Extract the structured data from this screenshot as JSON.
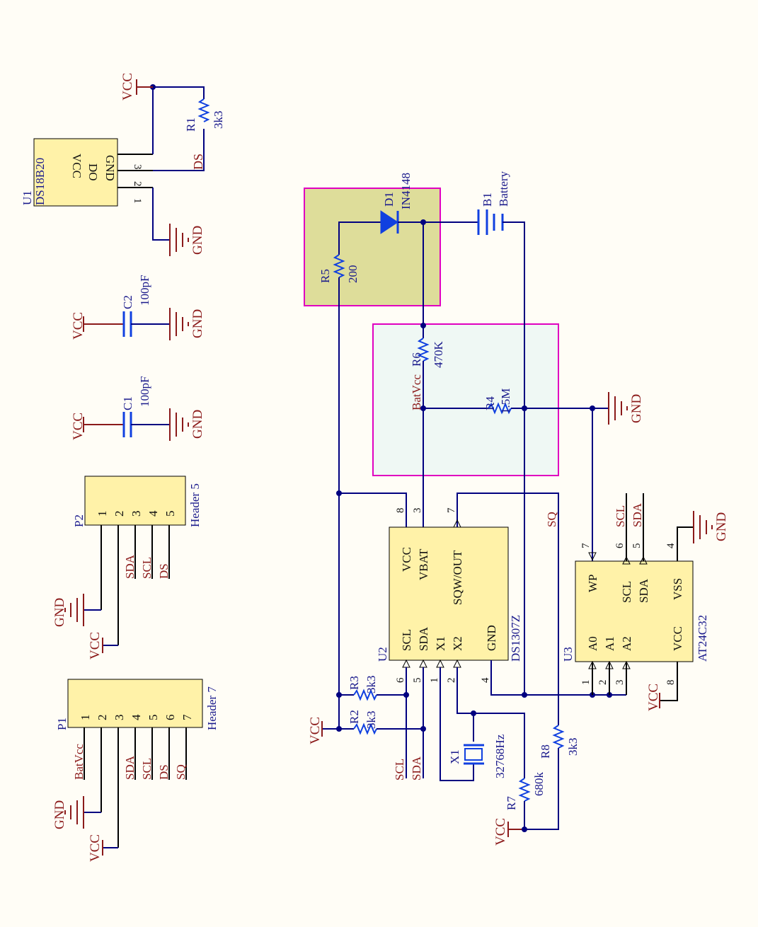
{
  "colors": {
    "background": "#fffdf6",
    "part_fill": "#fff2a8",
    "wire": "#000080",
    "power": "#8b1a1a",
    "component": "#1040e0",
    "label_blue": "#1a1a8c",
    "box1": "#dedd9a",
    "box2": "#eff8f4",
    "box_stroke": "#e000c0"
  },
  "u1": {
    "ref": "U1",
    "name": "DS18B20",
    "pins": [
      "GND",
      "DO",
      "VCC"
    ],
    "nums": [
      "1",
      "2",
      "3"
    ]
  },
  "r1": {
    "ref": "R1",
    "value": "3k3"
  },
  "c1": {
    "ref": "C1",
    "value": "100pF"
  },
  "c2": {
    "ref": "C2",
    "value": "100pF"
  },
  "p1": {
    "ref": "P1",
    "name": "Header 7",
    "nums": [
      "1",
      "2",
      "3",
      "4",
      "5",
      "6",
      "7"
    ],
    "nets": [
      "BatVcc",
      "SDA",
      "SCL",
      "DS",
      "SQ"
    ]
  },
  "p2": {
    "ref": "P2",
    "name": "Header 5",
    "nums": [
      "1",
      "2",
      "3",
      "4",
      "5"
    ],
    "nets": [
      "SDA",
      "SCL",
      "DS"
    ]
  },
  "u2": {
    "ref": "U2",
    "name": "DS1307Z",
    "pins_top": [
      "VCC",
      "VBAT",
      "SQW/OUT"
    ],
    "nums_top": [
      "8",
      "3",
      "7"
    ],
    "pins_bottom": [
      "SCL",
      "SDA",
      "X1",
      "X2",
      "GND"
    ],
    "nums_bottom": [
      "6",
      "5",
      "1",
      "2",
      "4"
    ]
  },
  "u3": {
    "ref": "U3",
    "name": "AT24C32",
    "pins_top": [
      "WP",
      "SCL",
      "SDA",
      "VSS"
    ],
    "nums_top": [
      "7",
      "6",
      "5",
      "4"
    ],
    "pins_bottom": [
      "A0",
      "A1",
      "A2",
      "VCC"
    ],
    "nums_bottom": [
      "1",
      "2",
      "3",
      "8"
    ]
  },
  "d1": {
    "ref": "D1",
    "value": "IN4148"
  },
  "b1": {
    "ref": "B1",
    "value": "Battery"
  },
  "r2": {
    "ref": "R2",
    "value": "3k3"
  },
  "r3": {
    "ref": "R3",
    "value": "3k3"
  },
  "r4": {
    "ref": "R4",
    "value": "1.5M"
  },
  "r5": {
    "ref": "R5",
    "value": "200"
  },
  "r6": {
    "ref": "R6",
    "value": "470K"
  },
  "r7": {
    "ref": "R7",
    "value": "680k"
  },
  "r8": {
    "ref": "R8",
    "value": "3k3"
  },
  "x1": {
    "ref": "X1",
    "value": "32768Hz"
  },
  "nets": {
    "vcc": "VCC",
    "gnd": "GND",
    "ds": "DS",
    "batvcc": "BatVcc",
    "sq": "SQ",
    "scl": "SCL",
    "sda": "SDA"
  }
}
